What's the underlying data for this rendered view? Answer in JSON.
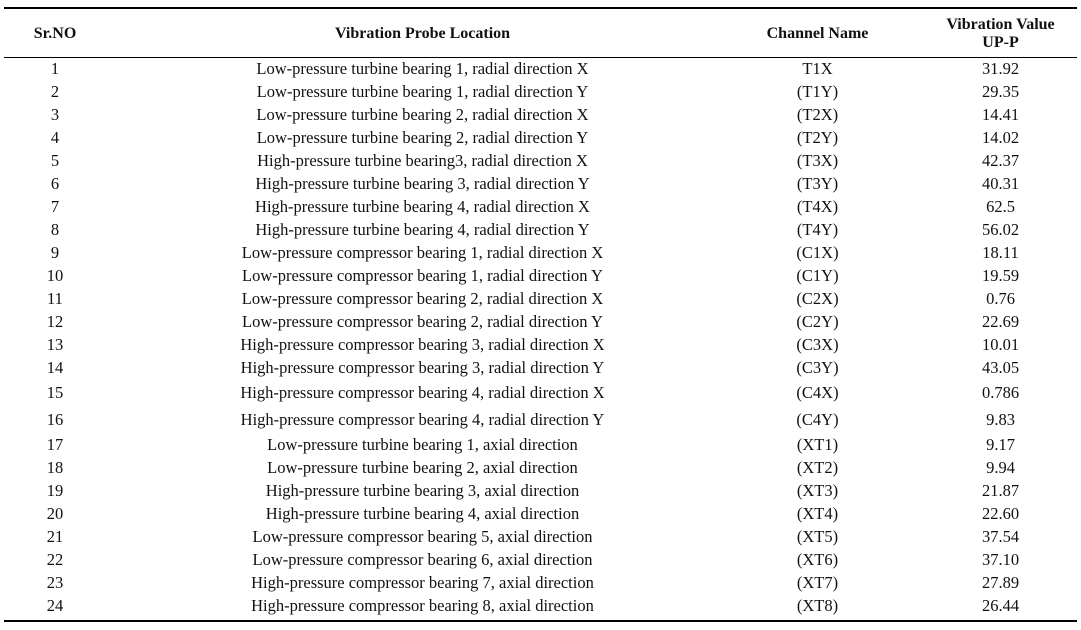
{
  "table": {
    "headers": [
      "Sr.NO",
      "Vibration Probe Location",
      "Channel Name",
      "Vibration Value UP-P"
    ],
    "header_lines": {
      "value_line1": "Vibration Value",
      "value_line2": "UP-P"
    },
    "rows": [
      [
        "1",
        "Low-pressure turbine bearing 1, radial direction X",
        "T1X",
        "31.92"
      ],
      [
        "2",
        "Low-pressure turbine bearing 1, radial direction Y",
        "(T1Y)",
        "29.35"
      ],
      [
        "3",
        "Low-pressure turbine bearing 2, radial direction X",
        "(T2X)",
        "14.41"
      ],
      [
        "4",
        "Low-pressure turbine bearing 2, radial direction Y",
        "(T2Y)",
        "14.02"
      ],
      [
        "5",
        "High-pressure turbine bearing3, radial direction X",
        "(T3X)",
        "42.37"
      ],
      [
        "6",
        "High-pressure turbine bearing 3, radial direction Y",
        "(T3Y)",
        "40.31"
      ],
      [
        "7",
        "High-pressure turbine bearing 4, radial direction X",
        "(T4X)",
        "62.5"
      ],
      [
        "8",
        "High-pressure turbine bearing 4, radial direction Y",
        "(T4Y)",
        "56.02"
      ],
      [
        "9",
        "Low-pressure compressor bearing 1, radial direction X",
        "(C1X)",
        "18.11"
      ],
      [
        "10",
        "Low-pressure compressor bearing 1, radial direction Y",
        "(C1Y)",
        "19.59"
      ],
      [
        "11",
        "Low-pressure compressor bearing 2, radial direction X",
        "(C2X)",
        "0.76"
      ],
      [
        "12",
        "Low-pressure compressor bearing 2, radial direction Y",
        "(C2Y)",
        "22.69"
      ],
      [
        "13",
        "High-pressure compressor bearing 3, radial direction X",
        "(C3X)",
        "10.01"
      ],
      [
        "14",
        "High-pressure compressor bearing 3, radial direction Y",
        "(C3Y)",
        "43.05"
      ],
      [
        "15",
        "High-pressure compressor bearing 4, radial direction X",
        "(C4X)",
        "0.786"
      ],
      [
        "16",
        "High-pressure compressor bearing 4, radial direction Y",
        "(C4Y)",
        "9.83"
      ],
      [
        "17",
        "Low-pressure turbine bearing 1, axial direction",
        "(XT1)",
        "9.17"
      ],
      [
        "18",
        "Low-pressure turbine bearing 2, axial direction",
        "(XT2)",
        "9.94"
      ],
      [
        "19",
        "High-pressure turbine bearing 3, axial direction",
        "(XT3)",
        "21.87"
      ],
      [
        "20",
        "High-pressure turbine bearing 4, axial direction",
        "(XT4)",
        "22.60"
      ],
      [
        "21",
        "Low-pressure compressor bearing 5, axial direction",
        "(XT5)",
        "37.54"
      ],
      [
        "22",
        "Low-pressure compressor bearing 6, axial direction",
        "(XT6)",
        "37.10"
      ],
      [
        "23",
        "High-pressure compressor bearing 7, axial direction",
        "(XT7)",
        "27.89"
      ],
      [
        "24",
        "High-pressure compressor bearing 8, axial direction",
        "(XT8)",
        "26.44"
      ]
    ]
  }
}
